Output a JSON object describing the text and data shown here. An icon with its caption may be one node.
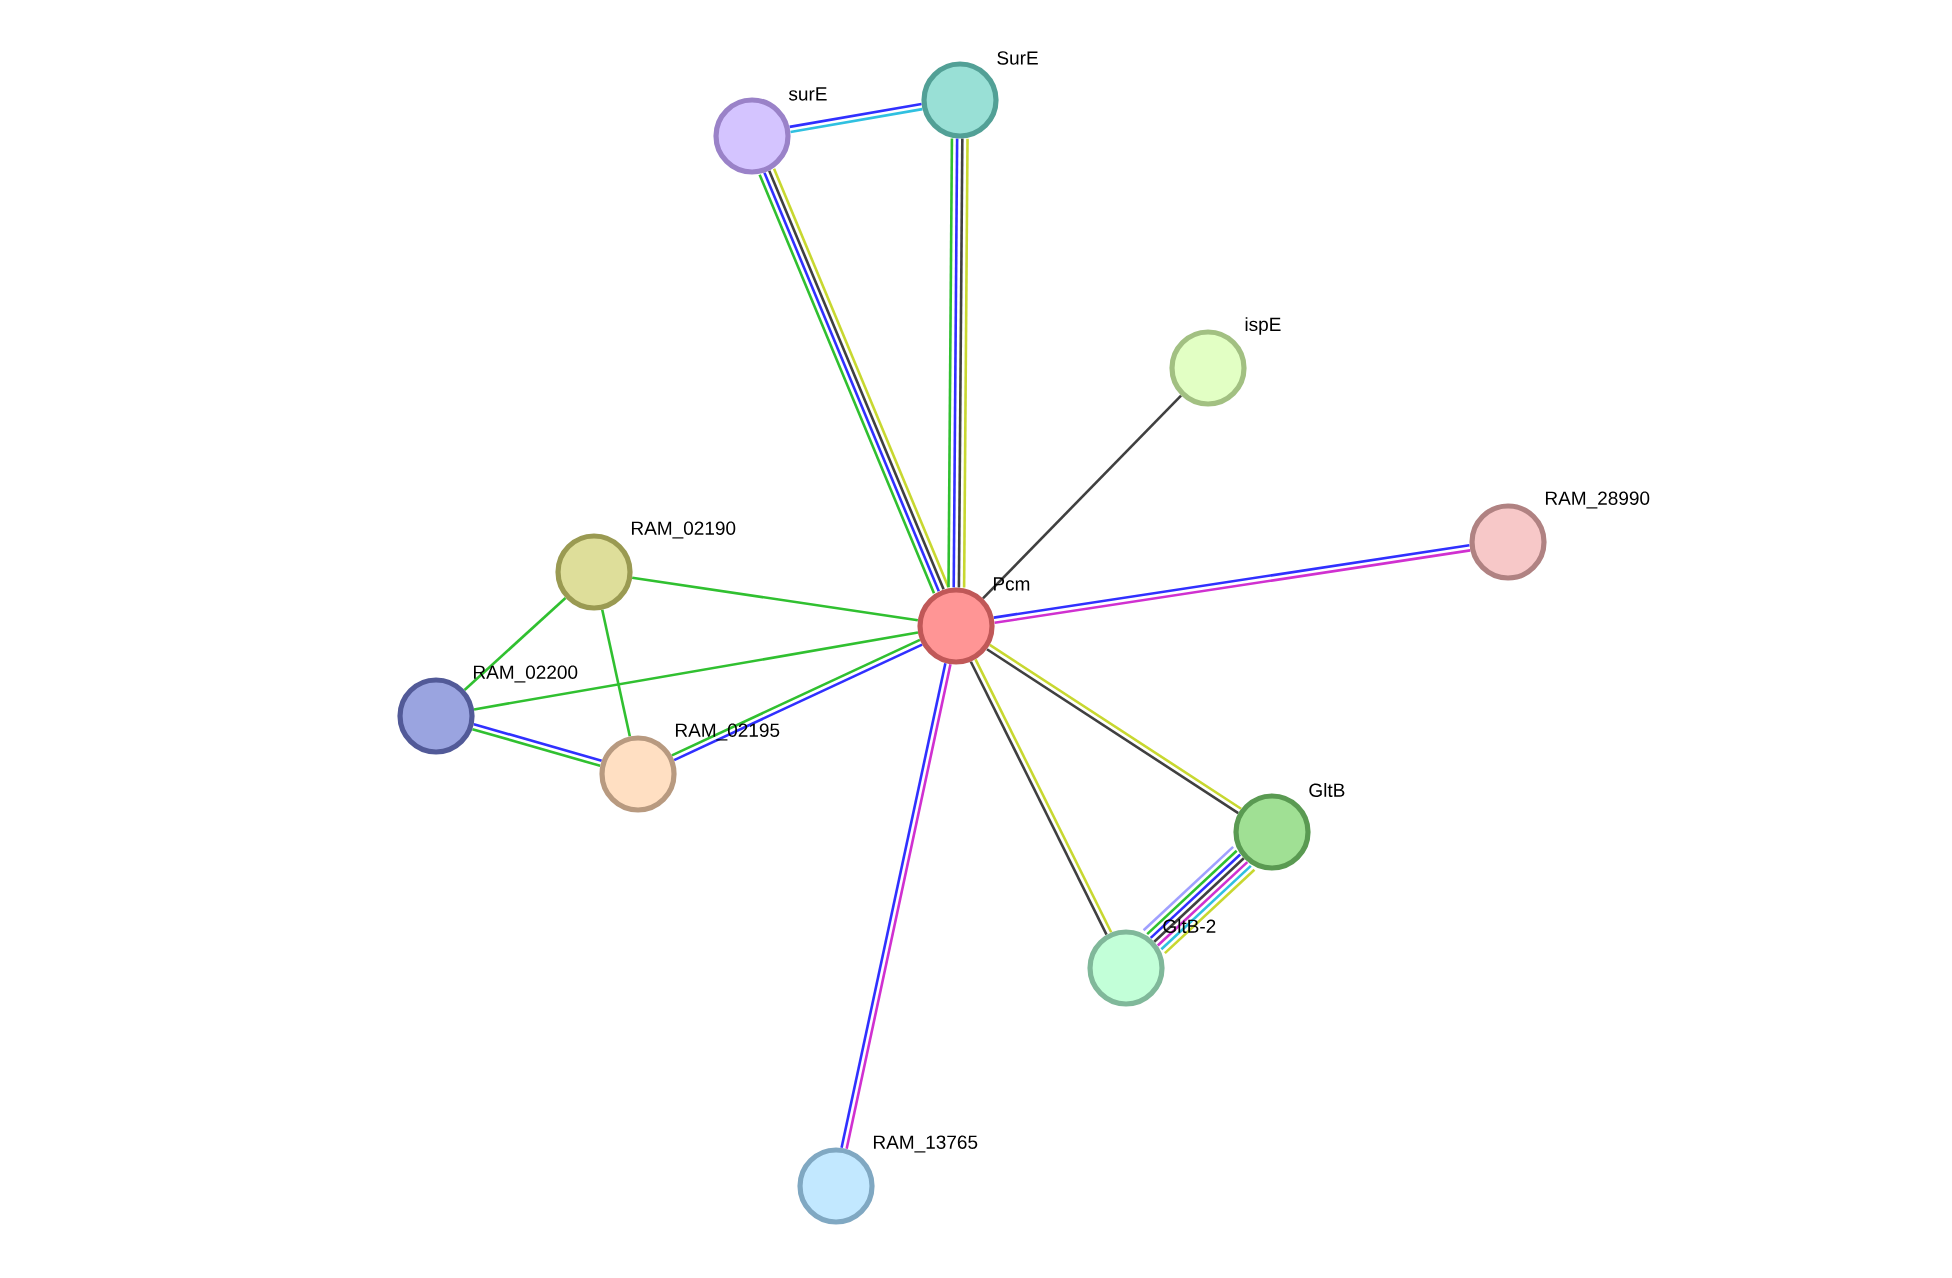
{
  "diagram": {
    "nodes": [
      {
        "text": [],
        "shape": "circle",
        "beside": [
          "Pcm"
        ]
      },
      {
        "text": [],
        "shape": "circle",
        "beside": [
          "surE"
        ]
      },
      {
        "text": [],
        "shape": "circle",
        "beside": [
          "SurE"
        ]
      },
      {
        "text": [],
        "shape": "circle",
        "beside": [
          "ispE"
        ]
      },
      {
        "text": [],
        "shape": "circle",
        "beside": [
          "RAM_28990"
        ]
      },
      {
        "text": [],
        "shape": "circle",
        "beside": [
          "RAM_02190"
        ]
      },
      {
        "text": [],
        "shape": "circle",
        "beside": [
          "RAM_02200"
        ]
      },
      {
        "text": [],
        "shape": "circle",
        "beside": [
          "RAM_02195"
        ]
      },
      {
        "text": [],
        "shape": "circle",
        "beside": [
          "GltB"
        ]
      },
      {
        "text": [],
        "shape": "circle",
        "beside": [
          "GltB-2"
        ]
      },
      {
        "text": [],
        "shape": "circle",
        "beside": [
          "RAM_13765"
        ]
      }
    ],
    "edges": [
      {
        "from": 1,
        "to": 2,
        "arrow": "none",
        "color": "#3030ff"
      },
      {
        "from": 1,
        "to": 2,
        "arrow": "none",
        "color": "#30c0e0"
      },
      {
        "from": 1,
        "to": 0,
        "arrow": "none",
        "color": "#30c030"
      },
      {
        "from": 1,
        "to": 0,
        "arrow": "none",
        "color": "#3030ff"
      },
      {
        "from": 1,
        "to": 0,
        "arrow": "none",
        "color": "#404040"
      },
      {
        "from": 1,
        "to": 0,
        "arrow": "none",
        "color": "#c8d830"
      },
      {
        "from": 2,
        "to": 0,
        "arrow": "none",
        "color": "#30c030"
      },
      {
        "from": 2,
        "to": 0,
        "arrow": "none",
        "color": "#3030ff"
      },
      {
        "from": 2,
        "to": 0,
        "arrow": "none",
        "color": "#404040"
      },
      {
        "from": 2,
        "to": 0,
        "arrow": "none",
        "color": "#c8d830"
      },
      {
        "from": 0,
        "to": 3,
        "arrow": "none",
        "color": "#404040"
      },
      {
        "from": 0,
        "to": 4,
        "arrow": "none",
        "color": "#3030ff"
      },
      {
        "from": 0,
        "to": 4,
        "arrow": "none",
        "color": "#d030d0"
      },
      {
        "from": 5,
        "to": 0,
        "arrow": "none",
        "color": "#30c030"
      },
      {
        "from": 6,
        "to": 0,
        "arrow": "none",
        "color": "#30c030"
      },
      {
        "from": 7,
        "to": 0,
        "arrow": "none",
        "color": "#3030ff"
      },
      {
        "from": 7,
        "to": 0,
        "arrow": "none",
        "color": "#30c030"
      },
      {
        "from": 5,
        "to": 6,
        "arrow": "none",
        "color": "#30c030"
      },
      {
        "from": 5,
        "to": 7,
        "arrow": "none",
        "color": "#30c030"
      },
      {
        "from": 6,
        "to": 7,
        "arrow": "none",
        "color": "#3030ff"
      },
      {
        "from": 6,
        "to": 7,
        "arrow": "none",
        "color": "#30c030"
      },
      {
        "from": 0,
        "to": 8,
        "arrow": "none",
        "color": "#c8d830"
      },
      {
        "from": 0,
        "to": 8,
        "arrow": "none",
        "color": "#404040"
      },
      {
        "from": 0,
        "to": 9,
        "arrow": "none",
        "color": "#c8d830"
      },
      {
        "from": 0,
        "to": 9,
        "arrow": "none",
        "color": "#404040"
      },
      {
        "from": 9,
        "to": 8,
        "arrow": "none",
        "color": "#c8d830"
      },
      {
        "from": 9,
        "to": 8,
        "arrow": "none",
        "color": "#30c0e0"
      },
      {
        "from": 9,
        "to": 8,
        "arrow": "none",
        "color": "#d030d0"
      },
      {
        "from": 9,
        "to": 8,
        "arrow": "none",
        "color": "#404040"
      },
      {
        "from": 9,
        "to": 8,
        "arrow": "none",
        "color": "#3030ff"
      },
      {
        "from": 9,
        "to": 8,
        "arrow": "none",
        "color": "#30c030"
      },
      {
        "from": 9,
        "to": 8,
        "arrow": "none",
        "color": "#a0a0ff"
      },
      {
        "from": 0,
        "to": 10,
        "arrow": "none",
        "color": "#d030d0"
      },
      {
        "from": 0,
        "to": 10,
        "arrow": "none",
        "color": "#3030ff"
      }
    ]
  }
}
